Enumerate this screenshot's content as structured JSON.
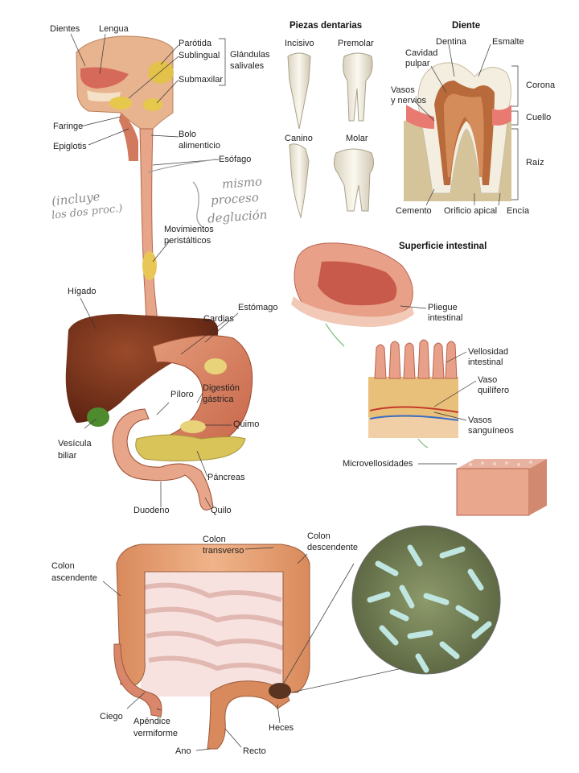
{
  "digestive": {
    "dientes": "Dientes",
    "lengua": "Lengua",
    "parotida": "Parótida",
    "sublingual": "Sublingual",
    "glandulas": [
      "Glándulas",
      "salivales"
    ],
    "submaxilar": "Submaxilar",
    "faringe": "Faringe",
    "epiglotis": "Epiglotis",
    "bolo": [
      "Bolo",
      "alimenticio"
    ],
    "esofago": "Esófago",
    "movimientos": [
      "Movimientos",
      "peristálticos"
    ],
    "higado": "Hígado",
    "estomago": "Estómago",
    "cardias": "Cardias",
    "digestion": [
      "Digestión",
      "gástrica"
    ],
    "piloro": "Píloro",
    "quimo": "Quimo",
    "vesicula": [
      "Vesícula",
      "biliar"
    ],
    "pancreas": "Páncreas",
    "duodeno": "Duodeno",
    "quilo": "Quilo"
  },
  "teeth": {
    "title": "Piezas dentarias",
    "incisivo": "Incisivo",
    "premolar": "Premolar",
    "canino": "Canino",
    "molar": "Molar"
  },
  "tooth": {
    "title": "Diente",
    "dentina": "Dentina",
    "esmalte": "Esmalte",
    "cavidad": [
      "Cavidad",
      "pulpar"
    ],
    "vasos": [
      "Vasos",
      "y nervios"
    ],
    "corona": "Corona",
    "cuello": "Cuello",
    "raiz": "Raíz",
    "cemento": "Cemento",
    "orificio": "Orificio apical",
    "encia": "Encía"
  },
  "intestine": {
    "title": "Superficie intestinal",
    "pliegue": [
      "Pliegue",
      "intestinal"
    ],
    "vellosidad": [
      "Vellosidad",
      "intestinal"
    ],
    "vaso": [
      "Vaso",
      "quilífero"
    ],
    "vasos_sang": [
      "Vasos",
      "sanguíneos"
    ],
    "micro": "Microvellosidades"
  },
  "colon": {
    "ascendente": [
      "Colon",
      "ascendente"
    ],
    "transverso": [
      "Colon",
      "transverso"
    ],
    "descendente": [
      "Colon",
      "descendente"
    ],
    "ciego": "Ciego",
    "apendice": [
      "Apéndice",
      "vermiforme"
    ],
    "ano": "Ano",
    "recto": "Recto",
    "heces": "Heces"
  },
  "handwriting": {
    "left": [
      "(incluye",
      "los dos proc.)"
    ],
    "right": [
      "mismo",
      "proceso",
      "deglución"
    ]
  }
}
